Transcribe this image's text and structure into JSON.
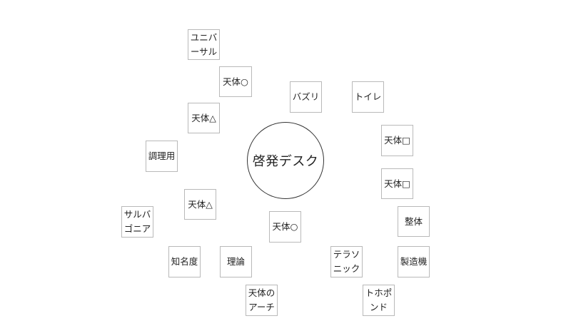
{
  "center": {
    "label": "啓発デスク"
  },
  "nodes": [
    {
      "id": "universal",
      "label": "ユニバ\nーサル"
    },
    {
      "id": "tentai-maru-top",
      "label": "天体○"
    },
    {
      "id": "buzzri",
      "label": "バズリ"
    },
    {
      "id": "toire",
      "label": "トイレ"
    },
    {
      "id": "tentai-sankaku-upper",
      "label": "天体△"
    },
    {
      "id": "chouriyou",
      "label": "調理用"
    },
    {
      "id": "tentai-shikaku-1",
      "label": "天体□"
    },
    {
      "id": "tentai-shikaku-2",
      "label": "天体□"
    },
    {
      "id": "tentai-sankaku-lower",
      "label": "天体△"
    },
    {
      "id": "sarubagonia",
      "label": "サルバ\nゴニア"
    },
    {
      "id": "seitai",
      "label": "整体"
    },
    {
      "id": "tentai-maru-lower",
      "label": "天体○"
    },
    {
      "id": "chimeido",
      "label": "知名度"
    },
    {
      "id": "riron",
      "label": "理論"
    },
    {
      "id": "terasonic",
      "label": "テラソ\nニック"
    },
    {
      "id": "seizouki",
      "label": "製造機"
    },
    {
      "id": "tentai-arch",
      "label": "天体の\nアーチ"
    },
    {
      "id": "tohopond",
      "label": "トホポ\nンド"
    }
  ]
}
